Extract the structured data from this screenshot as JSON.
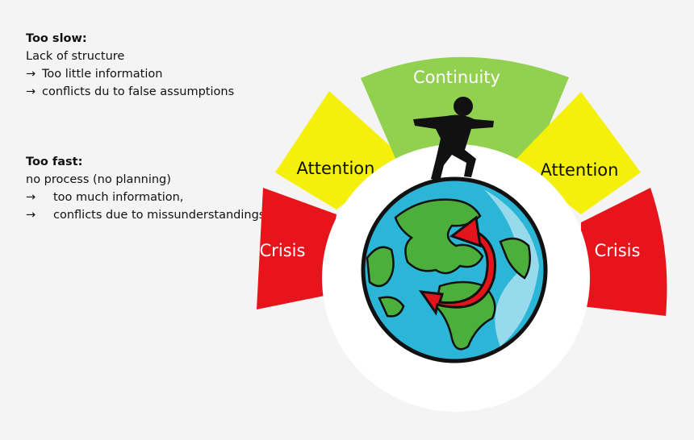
{
  "too_slow": {
    "heading": "Too slow:",
    "lines": [
      "Lack of structure"
    ],
    "arrow_lines": [
      "Too little information",
      "conflicts du to false assumptions"
    ]
  },
  "too_fast": {
    "heading": "Too fast:",
    "lines": [
      "no process (no planning)"
    ],
    "arrow_lines": [
      "too much information,",
      "conflicts due to missunderstandings"
    ]
  },
  "arrow_glyph": "→",
  "segments": {
    "crisis_left": "Crisis",
    "attention_left": "Attention",
    "continuity": "Continuity",
    "attention_right": "Attention",
    "crisis_right": "Crisis"
  },
  "colors": {
    "crisis": "#e8141b",
    "attention": "#f4f00a",
    "continuity": "#92d050",
    "ocean": "#2bb5d6",
    "land": "#4caf3c",
    "swirl": "#e3141b"
  },
  "icons": [
    "runner-icon",
    "globe-icon",
    "rotation-arrow-icon"
  ]
}
